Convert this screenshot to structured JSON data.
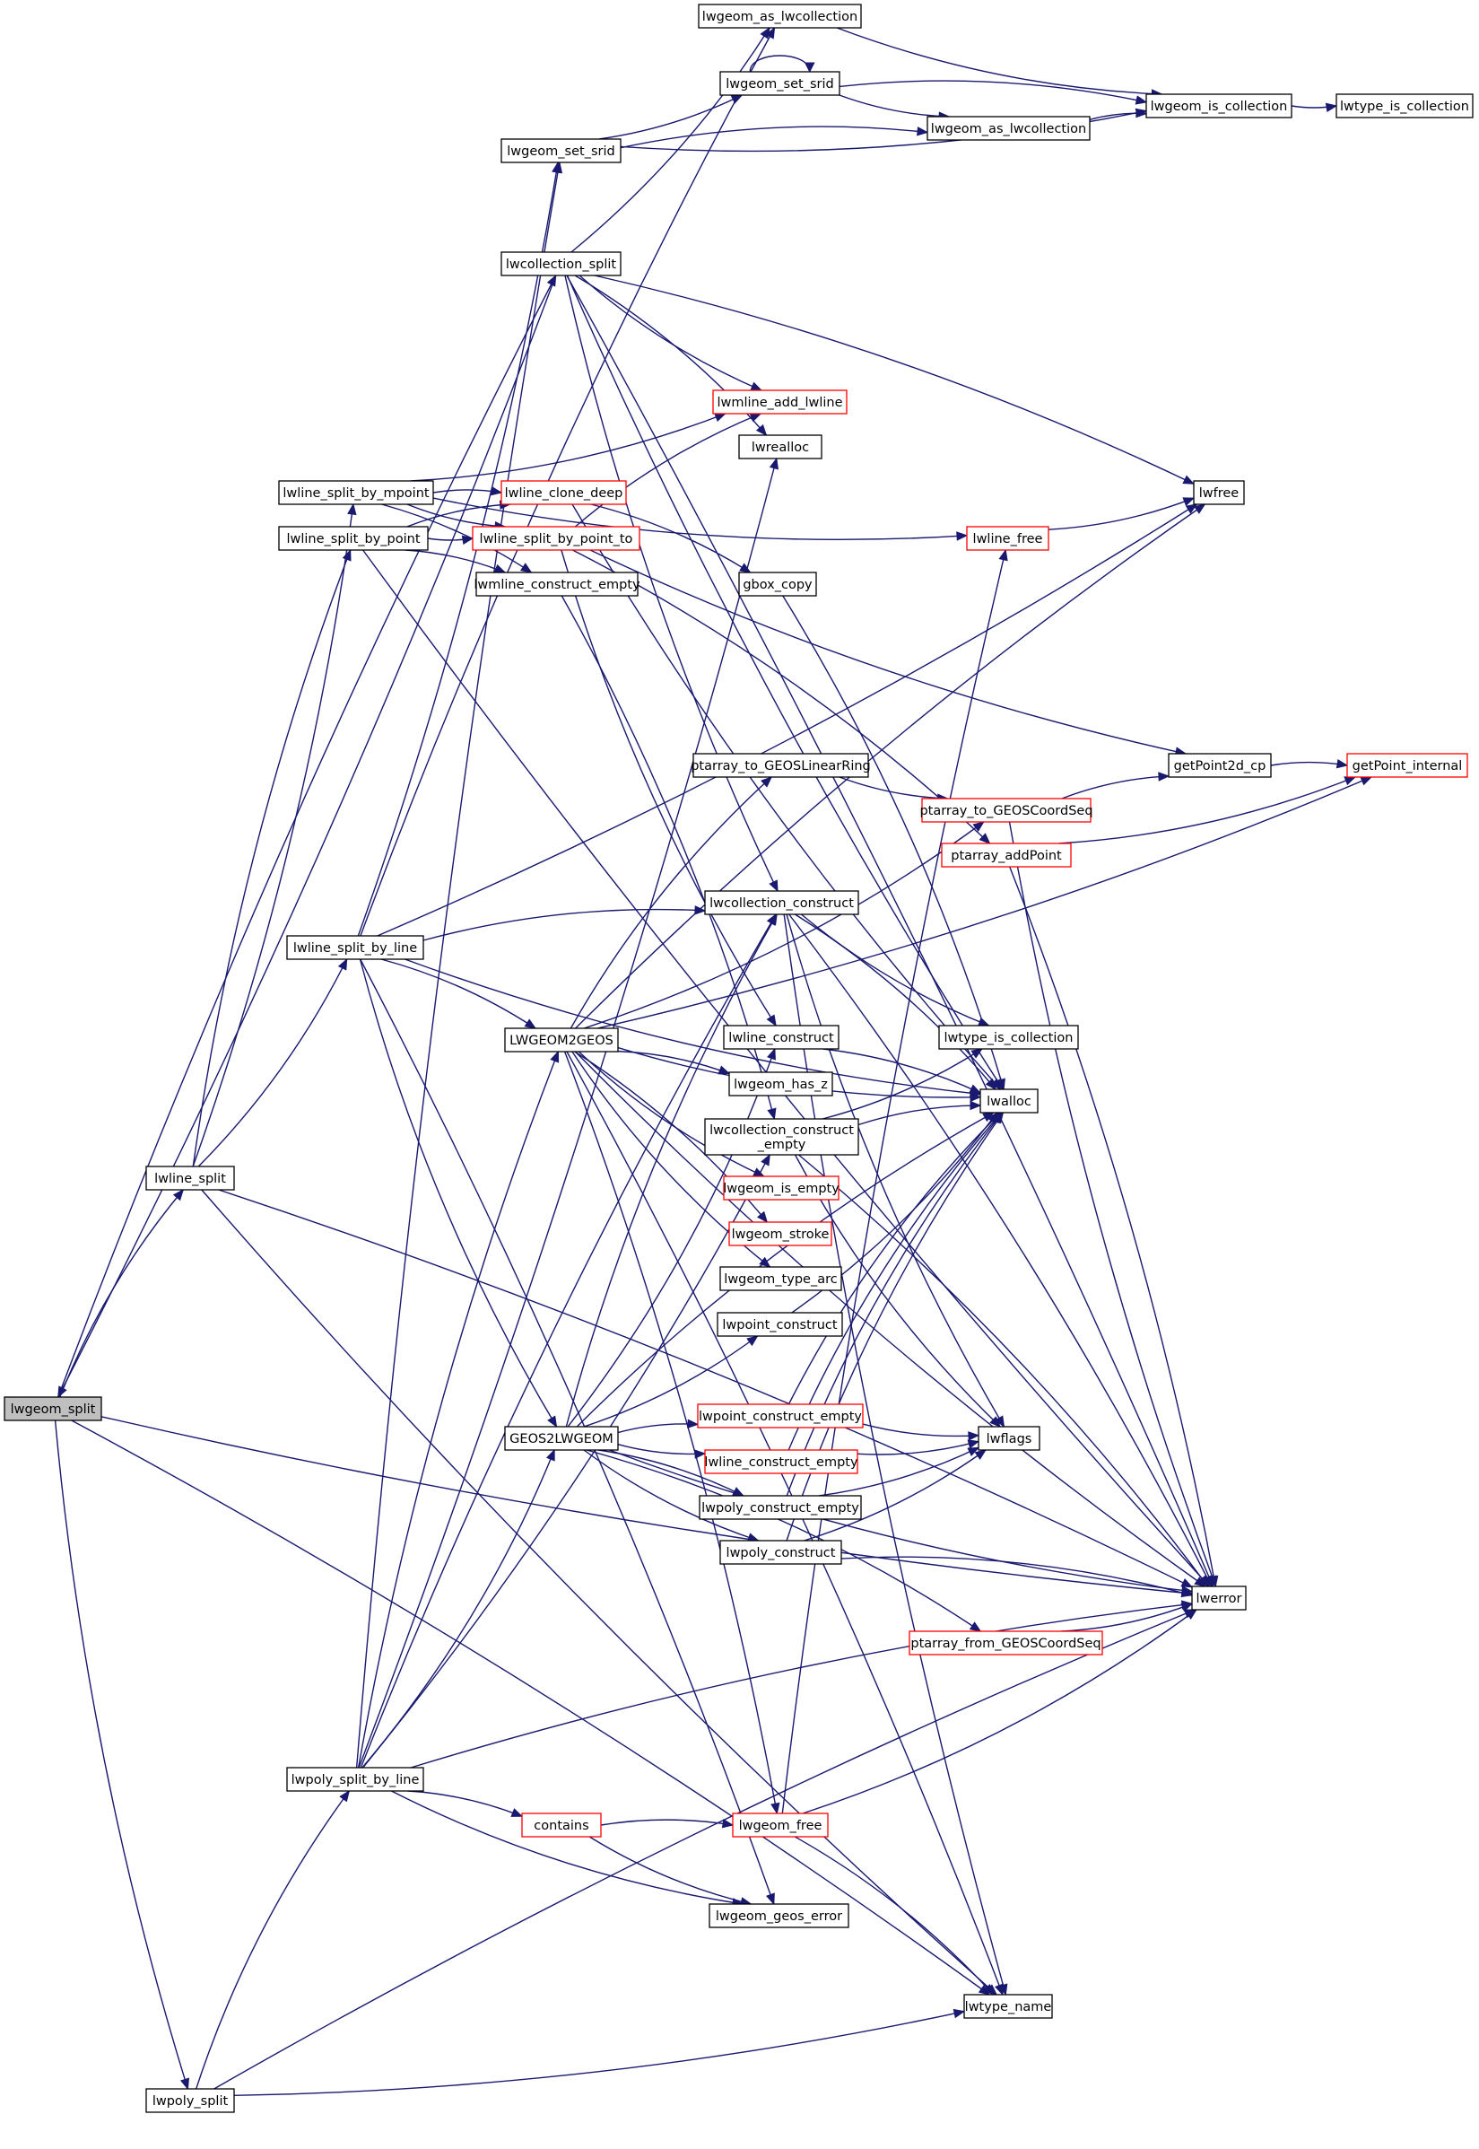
{
  "diagram": {
    "colors": {
      "edge": "#191970",
      "complete_border": "#000000",
      "partial_border": "#ff0000",
      "root_fill": "#bfbfbf",
      "node_fill": "#ffffff"
    },
    "nodes": [
      {
        "id": "lwgeom_split",
        "label": "lwgeom_split",
        "type": "root"
      },
      {
        "id": "lwline_split",
        "label": "lwline_split"
      },
      {
        "id": "lwpoly_split",
        "label": "lwpoly_split"
      },
      {
        "id": "lwline_split_by_mpoint",
        "label": "lwline_split_by_mpoint"
      },
      {
        "id": "lwline_split_by_point",
        "label": "lwline_split_by_point"
      },
      {
        "id": "lwline_split_by_line",
        "label": "lwline_split_by_line"
      },
      {
        "id": "lwpoly_split_by_line",
        "label": "lwpoly_split_by_line"
      },
      {
        "id": "lwgeom_as_lwcollection_top",
        "label": "lwgeom_as_lwcollection"
      },
      {
        "id": "lwgeom_set_srid_inner",
        "label": "lwgeom_set_srid"
      },
      {
        "id": "lwgeom_set_srid",
        "label": "lwgeom_set_srid"
      },
      {
        "id": "lwgeom_as_lwcollection_mid",
        "label": "lwgeom_as_lwcollection"
      },
      {
        "id": "lwgeom_is_collection",
        "label": "lwgeom_is_collection"
      },
      {
        "id": "lwtype_is_collection_top",
        "label": "lwtype_is_collection"
      },
      {
        "id": "lwcollection_split",
        "label": "lwcollection_split"
      },
      {
        "id": "lwmline_add_lwline",
        "label": "lwmline_add_lwline",
        "type": "partial"
      },
      {
        "id": "lwrealloc",
        "label": "lwrealloc"
      },
      {
        "id": "lwline_clone_deep",
        "label": "lwline_clone_deep",
        "type": "partial"
      },
      {
        "id": "lwline_split_by_point_to",
        "label": "lwline_split_by_point_to",
        "type": "partial"
      },
      {
        "id": "lwmline_construct_empty",
        "label": "lwmline_construct_empty"
      },
      {
        "id": "lwfree",
        "label": "lwfree"
      },
      {
        "id": "lwline_free",
        "label": "lwline_free",
        "type": "partial"
      },
      {
        "id": "gbox_copy",
        "label": "gbox_copy"
      },
      {
        "id": "ptarray_to_GEOSLinearRing",
        "label": "ptarray_to_GEOSLinearRing"
      },
      {
        "id": "ptarray_to_GEOSCoordSeq",
        "label": "ptarray_to_GEOSCoordSeq",
        "type": "partial"
      },
      {
        "id": "getPoint2d_cp",
        "label": "getPoint2d_cp"
      },
      {
        "id": "getPoint_internal",
        "label": "getPoint_internal",
        "type": "partial"
      },
      {
        "id": "ptarray_addPoint",
        "label": "ptarray_addPoint",
        "type": "partial"
      },
      {
        "id": "lwcollection_construct",
        "label": "lwcollection_construct"
      },
      {
        "id": "lwtype_is_collection",
        "label": "lwtype_is_collection"
      },
      {
        "id": "LWGEOM2GEOS",
        "label": "LWGEOM2GEOS"
      },
      {
        "id": "lwline_construct",
        "label": "lwline_construct"
      },
      {
        "id": "lwgeom_has_z",
        "label": "lwgeom_has_z"
      },
      {
        "id": "lwalloc",
        "label": "lwalloc"
      },
      {
        "id": "lwcollection_construct_empty",
        "label": "lwcollection_construct\n_empty"
      },
      {
        "id": "lwgeom_is_empty",
        "label": "lwgeom_is_empty",
        "type": "partial"
      },
      {
        "id": "lwgeom_stroke",
        "label": "lwgeom_stroke",
        "type": "partial"
      },
      {
        "id": "lwgeom_type_arc",
        "label": "lwgeom_type_arc"
      },
      {
        "id": "lwpoint_construct",
        "label": "lwpoint_construct"
      },
      {
        "id": "GEOS2LWGEOM",
        "label": "GEOS2LWGEOM"
      },
      {
        "id": "lwpoint_construct_empty",
        "label": "lwpoint_construct_empty",
        "type": "partial"
      },
      {
        "id": "lwline_construct_empty",
        "label": "lwline_construct_empty",
        "type": "partial"
      },
      {
        "id": "lwflags",
        "label": "lwflags"
      },
      {
        "id": "lwpoly_construct_empty",
        "label": "lwpoly_construct_empty"
      },
      {
        "id": "lwpoly_construct",
        "label": "lwpoly_construct"
      },
      {
        "id": "lwerror",
        "label": "lwerror"
      },
      {
        "id": "ptarray_from_GEOSCoordSeq",
        "label": "ptarray_from_GEOSCoordSeq",
        "type": "partial"
      },
      {
        "id": "contains",
        "label": "contains",
        "type": "partial"
      },
      {
        "id": "lwgeom_free",
        "label": "lwgeom_free",
        "type": "partial"
      },
      {
        "id": "lwgeom_geos_error",
        "label": "lwgeom_geos_error"
      },
      {
        "id": "lwtype_name",
        "label": "lwtype_name"
      }
    ],
    "edges": [
      [
        "lwgeom_split",
        "lwline_split"
      ],
      [
        "lwgeom_split",
        "lwpoly_split"
      ],
      [
        "lwgeom_split",
        "lwcollection_split"
      ],
      [
        "lwgeom_split",
        "lwerror"
      ],
      [
        "lwgeom_split",
        "lwtype_name"
      ],
      [
        "lwline_split",
        "lwline_split_by_mpoint"
      ],
      [
        "lwline_split",
        "lwline_split_by_point"
      ],
      [
        "lwline_split",
        "lwline_split_by_line"
      ],
      [
        "lwline_split",
        "lwerror"
      ],
      [
        "lwline_split",
        "lwtype_name"
      ],
      [
        "lwpoly_split",
        "lwpoly_split_by_line"
      ],
      [
        "lwpoly_split",
        "lwtype_name"
      ],
      [
        "lwpoly_split",
        "lwerror"
      ],
      [
        "lwline_split_by_mpoint",
        "lwmline_add_lwline"
      ],
      [
        "lwline_split_by_mpoint",
        "lwline_clone_deep"
      ],
      [
        "lwline_split_by_mpoint",
        "lwline_split_by_point_to"
      ],
      [
        "lwline_split_by_mpoint",
        "lwmline_construct_empty"
      ],
      [
        "lwline_split_by_mpoint",
        "lwline_free"
      ],
      [
        "lwline_split_by_point",
        "lwline_clone_deep"
      ],
      [
        "lwline_split_by_point",
        "lwline_split_by_point_to"
      ],
      [
        "lwline_split_by_point",
        "lwmline_construct_empty"
      ],
      [
        "lwline_split_by_point",
        "lwerror"
      ],
      [
        "lwline_split_by_line",
        "lwgeom_as_lwcollection_top"
      ],
      [
        "lwline_split_by_line",
        "lwgeom_set_srid"
      ],
      [
        "lwline_split_by_line",
        "lwcollection_construct"
      ],
      [
        "lwline_split_by_line",
        "lwalloc"
      ],
      [
        "lwline_split_by_line",
        "LWGEOM2GEOS"
      ],
      [
        "lwline_split_by_line",
        "GEOS2LWGEOM"
      ],
      [
        "lwline_split_by_line",
        "lwgeom_geos_error"
      ],
      [
        "lwline_split_by_line",
        "lwfree"
      ],
      [
        "lwpoly_split_by_line",
        "lwgeom_set_srid"
      ],
      [
        "lwpoly_split_by_line",
        "lwcollection_construct_empty"
      ],
      [
        "lwpoly_split_by_line",
        "LWGEOM2GEOS"
      ],
      [
        "lwpoly_split_by_line",
        "GEOS2LWGEOM"
      ],
      [
        "lwpoly_split_by_line",
        "contains"
      ],
      [
        "lwpoly_split_by_line",
        "lwgeom_geos_error"
      ],
      [
        "lwpoly_split_by_line",
        "lwerror"
      ],
      [
        "lwpoly_split_by_line",
        "lwrealloc"
      ],
      [
        "lwpoly_split_by_line",
        "lwcollection_construct"
      ],
      [
        "lwgeom_as_lwcollection_top",
        "lwgeom_is_collection"
      ],
      [
        "lwgeom_set_srid_inner",
        "lwgeom_set_srid_inner"
      ],
      [
        "lwgeom_set_srid_inner",
        "lwgeom_as_lwcollection_mid"
      ],
      [
        "lwgeom_set_srid_inner",
        "lwgeom_is_collection"
      ],
      [
        "lwgeom_set_srid",
        "lwgeom_set_srid_inner"
      ],
      [
        "lwgeom_set_srid",
        "lwgeom_as_lwcollection_mid"
      ],
      [
        "lwgeom_set_srid",
        "lwgeom_is_collection"
      ],
      [
        "lwgeom_as_lwcollection_mid",
        "lwgeom_is_collection"
      ],
      [
        "lwgeom_is_collection",
        "lwtype_is_collection_top"
      ],
      [
        "lwcollection_split",
        "lwgeom_split"
      ],
      [
        "lwcollection_split",
        "lwgeom_as_lwcollection_top"
      ],
      [
        "lwcollection_split",
        "lwfree"
      ],
      [
        "lwcollection_split",
        "lwmline_add_lwline"
      ],
      [
        "lwcollection_split",
        "lwrealloc"
      ],
      [
        "lwcollection_split",
        "lwalloc"
      ],
      [
        "lwcollection_split",
        "lwerror"
      ],
      [
        "lwcollection_split",
        "lwcollection_construct"
      ],
      [
        "lwline_clone_deep",
        "gbox_copy"
      ],
      [
        "lwline_clone_deep",
        "lwalloc"
      ],
      [
        "lwline_split_by_point_to",
        "lwmline_add_lwline"
      ],
      [
        "lwline_split_by_point_to",
        "lwline_construct"
      ],
      [
        "lwline_split_by_point_to",
        "ptarray_addPoint"
      ],
      [
        "lwline_split_by_point_to",
        "getPoint2d_cp"
      ],
      [
        "lwmline_construct_empty",
        "lwcollection_construct_empty"
      ],
      [
        "lwline_free",
        "lwfree"
      ],
      [
        "gbox_copy",
        "lwalloc"
      ],
      [
        "ptarray_to_GEOSLinearRing",
        "ptarray_to_GEOSCoordSeq"
      ],
      [
        "ptarray_to_GEOSCoordSeq",
        "getPoint2d_cp"
      ],
      [
        "ptarray_to_GEOSCoordSeq",
        "lwerror"
      ],
      [
        "getPoint2d_cp",
        "getPoint_internal"
      ],
      [
        "ptarray_addPoint",
        "getPoint_internal"
      ],
      [
        "ptarray_addPoint",
        "lwerror"
      ],
      [
        "lwcollection_construct",
        "lwtype_is_collection"
      ],
      [
        "lwcollection_construct",
        "lwalloc"
      ],
      [
        "lwcollection_construct",
        "lwflags"
      ],
      [
        "lwcollection_construct",
        "lwerror"
      ],
      [
        "lwcollection_construct",
        "lwtype_name"
      ],
      [
        "LWGEOM2GEOS",
        "ptarray_to_GEOSLinearRing"
      ],
      [
        "LWGEOM2GEOS",
        "ptarray_to_GEOSCoordSeq"
      ],
      [
        "LWGEOM2GEOS",
        "lwgeom_has_z"
      ],
      [
        "LWGEOM2GEOS",
        "lwgeom_is_empty"
      ],
      [
        "LWGEOM2GEOS",
        "lwgeom_stroke"
      ],
      [
        "LWGEOM2GEOS",
        "lwgeom_type_arc"
      ],
      [
        "LWGEOM2GEOS",
        "lwgeom_free"
      ],
      [
        "LWGEOM2GEOS",
        "lwalloc"
      ],
      [
        "LWGEOM2GEOS",
        "lwfree"
      ],
      [
        "LWGEOM2GEOS",
        "lwerror"
      ],
      [
        "LWGEOM2GEOS",
        "lwtype_name"
      ],
      [
        "LWGEOM2GEOS",
        "getPoint_internal"
      ],
      [
        "lwline_construct",
        "lwalloc"
      ],
      [
        "lwcollection_construct_empty",
        "lwtype_is_collection"
      ],
      [
        "lwcollection_construct_empty",
        "lwalloc"
      ],
      [
        "lwcollection_construct_empty",
        "lwflags"
      ],
      [
        "lwcollection_construct_empty",
        "lwerror"
      ],
      [
        "lwpoint_construct",
        "lwalloc"
      ],
      [
        "GEOS2LWGEOM",
        "lwcollection_construct"
      ],
      [
        "GEOS2LWGEOM",
        "lwpoint_construct"
      ],
      [
        "GEOS2LWGEOM",
        "lwpoint_construct_empty"
      ],
      [
        "GEOS2LWGEOM",
        "lwline_construct_empty"
      ],
      [
        "GEOS2LWGEOM",
        "lwpoly_construct_empty"
      ],
      [
        "GEOS2LWGEOM",
        "lwpoly_construct"
      ],
      [
        "GEOS2LWGEOM",
        "ptarray_from_GEOSCoordSeq"
      ],
      [
        "GEOS2LWGEOM",
        "lwerror"
      ],
      [
        "GEOS2LWGEOM",
        "lwalloc"
      ],
      [
        "GEOS2LWGEOM",
        "lwline_construct"
      ],
      [
        "lwpoint_construct_empty",
        "lwalloc"
      ],
      [
        "lwpoint_construct_empty",
        "lwflags"
      ],
      [
        "lwline_construct_empty",
        "lwalloc"
      ],
      [
        "lwline_construct_empty",
        "lwflags"
      ],
      [
        "lwpoly_construct_empty",
        "lwalloc"
      ],
      [
        "lwpoly_construct_empty",
        "lwflags"
      ],
      [
        "lwpoly_construct",
        "lwalloc"
      ],
      [
        "lwpoly_construct",
        "lwflags"
      ],
      [
        "lwpoly_construct",
        "lwerror"
      ],
      [
        "ptarray_from_GEOSCoordSeq",
        "lwerror"
      ],
      [
        "contains",
        "lwgeom_free"
      ],
      [
        "contains",
        "lwgeom_geos_error"
      ],
      [
        "lwgeom_free",
        "lwline_free"
      ],
      [
        "lwgeom_free",
        "lwerror"
      ],
      [
        "lwgeom_free",
        "lwtype_name"
      ]
    ]
  }
}
